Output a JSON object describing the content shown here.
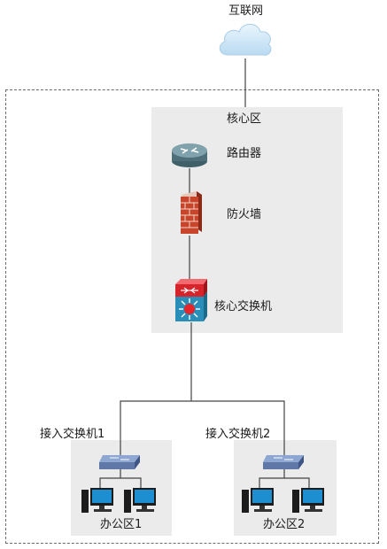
{
  "labels": {
    "internet": "互联网",
    "core_zone": "核心区",
    "router": "路由器",
    "firewall": "防火墙",
    "core_switch": "核心交换机",
    "access_switch_1": "接入交换机1",
    "access_switch_2": "接入交换机2",
    "office_zone_1": "办公区1",
    "office_zone_2": "办公区2"
  },
  "colors": {
    "cloud": "#cfe6f7",
    "router": "#5c7f8a",
    "firewall": "#c8442a",
    "core_switch_top": "#d8232a",
    "core_switch_body": "#2a8fb8",
    "access_switch": "#5f78a8",
    "pc_screen": "#1d8fd0"
  },
  "icons": {
    "internet": "cloud-icon",
    "router": "router-icon",
    "firewall": "firewall-icon",
    "core_switch": "layer3-switch-icon",
    "access_switch": "switch-icon",
    "pc": "desktop-pc-icon"
  }
}
